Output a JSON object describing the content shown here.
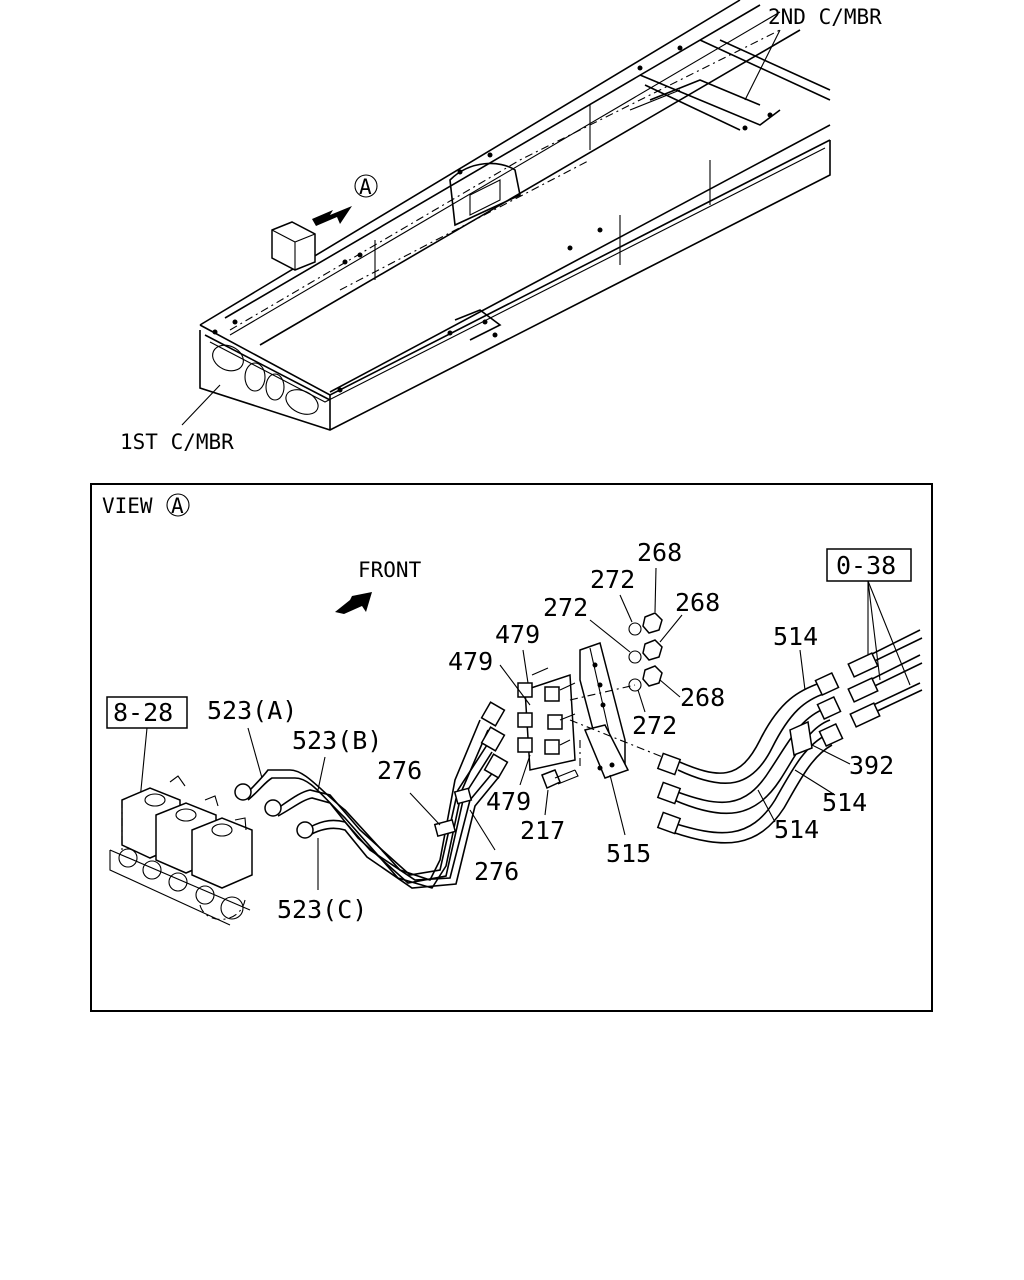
{
  "labels": {
    "second_member": "2ND C/MBR",
    "first_member": "1ST C/MBR",
    "view_marker": "A",
    "view_title": "VIEW",
    "view_circle": "A",
    "front": "FRONT",
    "ref_left": "8-28",
    "ref_right": "0-38",
    "p523a": "523(A)",
    "p523b": "523(B)",
    "p523c": "523(C)",
    "p276a": "276",
    "p276b": "276",
    "p479a": "479",
    "p479b": "479",
    "p479c": "479",
    "p217": "217",
    "p515": "515",
    "p272a": "272",
    "p272b": "272",
    "p272c": "272",
    "p268a": "268",
    "p268b": "268",
    "p268c": "268",
    "p514a": "514",
    "p514b": "514",
    "p514c": "514",
    "p392": "392"
  }
}
